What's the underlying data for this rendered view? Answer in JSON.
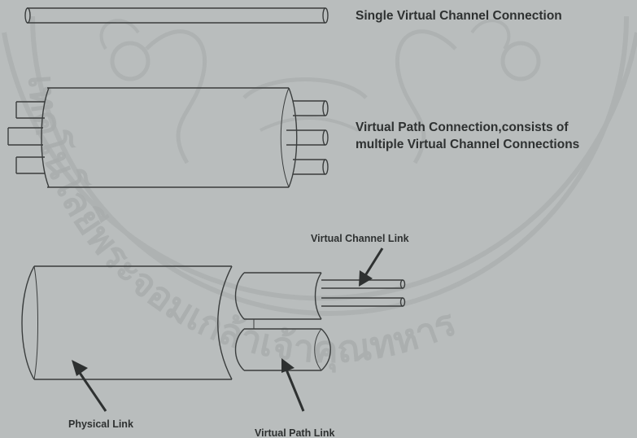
{
  "diagram": {
    "labels": {
      "single_vcc": "Single Virtual Channel Connection",
      "vpc_line1": "Virtual Path Connection,consists of",
      "vpc_line2": "multiple Virtual Channel Connections",
      "vc_link": "Virtual Channel Link",
      "physical_link": "Physical Link",
      "vp_link": "Virtual Path Link"
    },
    "watermark": {
      "text": "เทคโนโลยีพระจอมเกล้าเจ้าคุณทหาร"
    },
    "colors": {
      "background": "#b9bdbd",
      "line": "#3a3d3d",
      "text": "#2e3131",
      "watermark": "#aeb2b2"
    }
  }
}
